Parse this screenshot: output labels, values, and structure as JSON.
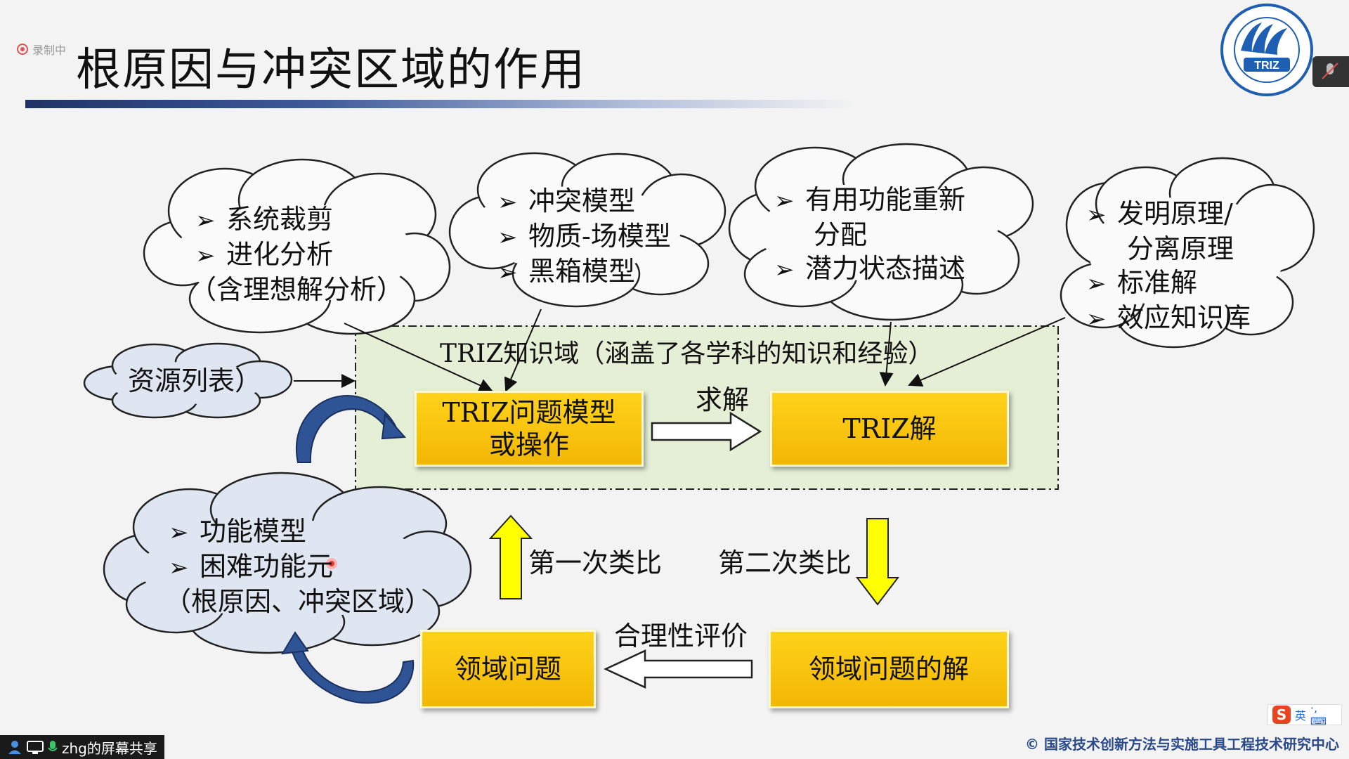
{
  "recording": {
    "label": "录制中"
  },
  "title": "根原因与冲突区域的作用",
  "logo": {
    "text": "TRIZ"
  },
  "bullet_glyph": "➢",
  "clouds": {
    "c1": {
      "items": [
        "系统裁剪",
        "进化分析"
      ],
      "note": "（含理想解分析）"
    },
    "c2": {
      "items": [
        "冲突模型",
        "物质-场模型",
        "黑箱模型"
      ]
    },
    "c3": {
      "items": [
        "有用功能重新",
        "潜力状态描述"
      ],
      "continuation": "分配"
    },
    "c4": {
      "items": [
        "发明原理/",
        "标准解",
        "效应知识库"
      ],
      "continuation": "分离原理"
    },
    "resource": {
      "text": "资源列表）"
    },
    "bottom": {
      "items": [
        "功能模型",
        "困难功能元"
      ],
      "note": "（根原因、冲突区域）"
    }
  },
  "triz_domain_label": "TRIZ知识域（涵盖了各学科的知识和经验）",
  "boxes": {
    "triz_model": [
      "TRIZ问题模型",
      "或操作"
    ],
    "triz_solution": "TRIZ解",
    "domain_problem": "领域问题",
    "domain_solution": "领域问题的解"
  },
  "labels": {
    "solve": "求解",
    "first_analogy": "第一次类比",
    "second_analogy": "第二次类比",
    "evaluation": "合理性评价"
  },
  "footer": "© 国家技术创新方法与实施工具工程技术研究中心",
  "screen_share": {
    "label": "zhg的屏幕共享"
  },
  "ime": {
    "lang": "英",
    "extra": "·, ⌨"
  },
  "colors": {
    "box_fill": "#f5bd00",
    "cloud_fill": "#dfe6f1",
    "domain_fill": "#e4efd6",
    "accent_blue": "#1f4a9a",
    "arrow_yellow": "#ffff00"
  }
}
